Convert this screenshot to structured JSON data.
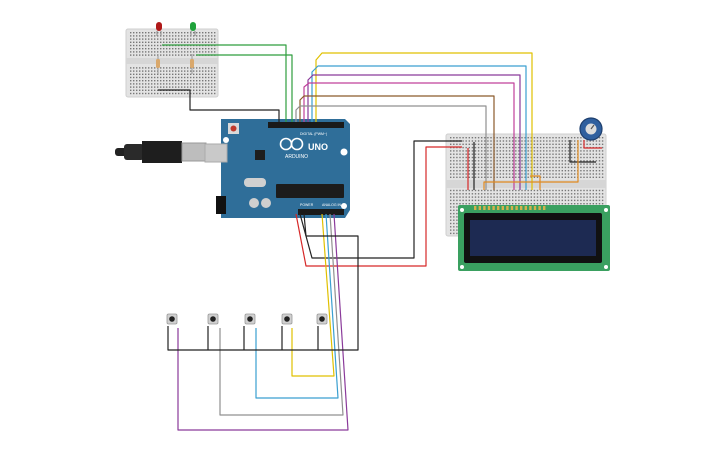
{
  "arduino": {
    "brand_label": "ARDUINO",
    "model_label": "UNO",
    "digital_label": "DIGITAL (PWM~)",
    "power_label": "POWER",
    "analog_label": "ANALOG IN"
  },
  "colors": {
    "board": "#2f6e99",
    "breadboard": "#e3e3e3",
    "lcd_pcb": "#3aa060",
    "lcd_screen": "#1d2a52",
    "wire_black": "#222222",
    "wire_red": "#d62828",
    "wire_green": "#2e9e3e",
    "wire_yellow": "#e0c000",
    "wire_blue": "#3a9fd0",
    "wire_purple": "#8a3a9a",
    "wire_magenta": "#c0409a",
    "wire_brown": "#8b5a2b",
    "wire_gray": "#909090",
    "wire_orange": "#e08a20",
    "led_red": "#b01818",
    "led_green": "#1fa23a",
    "potentiometer": "#2f5f9e"
  },
  "components": {
    "leds": [
      "red",
      "green"
    ],
    "push_button_count": 5,
    "lcd": "16x2",
    "icons": [
      "usb-cable-icon",
      "potentiometer-icon",
      "push-button-icon",
      "led-icon"
    ]
  }
}
